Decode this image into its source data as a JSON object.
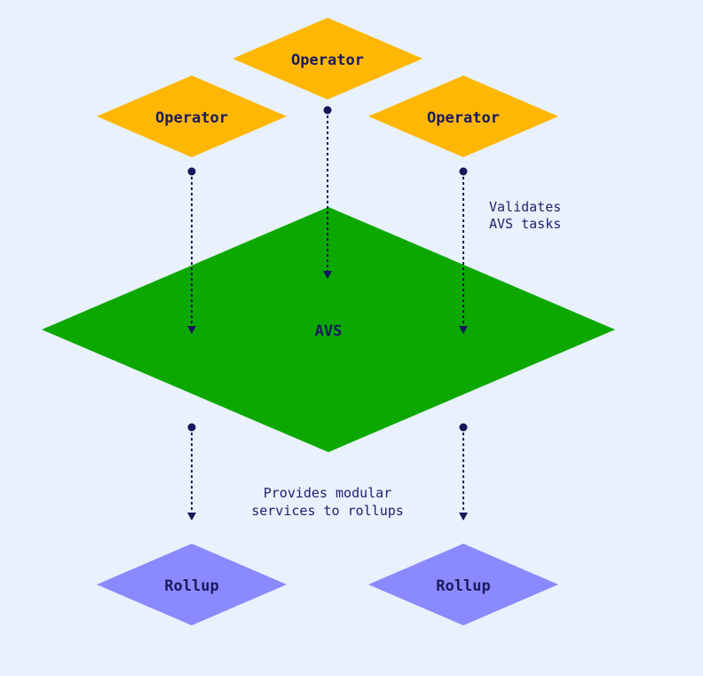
{
  "colors": {
    "background": "#e8f1fc",
    "operator": "#ffb703",
    "avs": "#0ca800",
    "rollup": "#8b89ff",
    "connector": "#16165a",
    "text": "#1b1b5e"
  },
  "nodes": {
    "operator_top": {
      "label": "Operator"
    },
    "operator_left": {
      "label": "Operator"
    },
    "operator_right": {
      "label": "Operator"
    },
    "avs": {
      "label": "AVS"
    },
    "rollup_left": {
      "label": "Rollup"
    },
    "rollup_right": {
      "label": "Rollup"
    }
  },
  "annotations": {
    "validates": {
      "line1": "Validates",
      "line2": "AVS tasks"
    },
    "provides": {
      "line1": "Provides modular",
      "line2": "services to rollups"
    }
  },
  "connectors": [
    {
      "from": "operator_left",
      "to": "avs",
      "direction": "down"
    },
    {
      "from": "operator_top",
      "to": "avs",
      "direction": "down"
    },
    {
      "from": "operator_right",
      "to": "avs",
      "direction": "down"
    },
    {
      "from": "avs",
      "to": "rollup_left",
      "direction": "down"
    },
    {
      "from": "avs",
      "to": "rollup_right",
      "direction": "down"
    }
  ]
}
